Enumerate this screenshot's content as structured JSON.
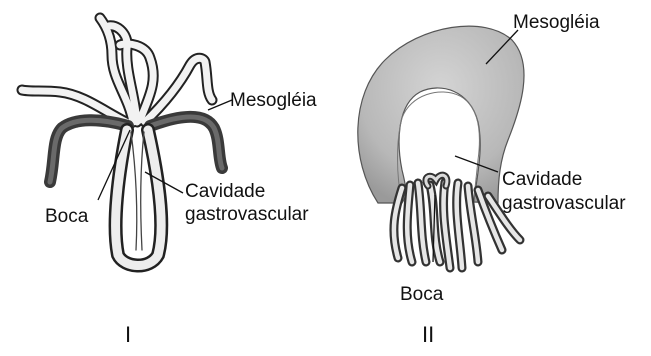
{
  "figure_I": {
    "numeral": "I",
    "labels": {
      "mesogleia": "Mesogléia",
      "boca": "Boca",
      "cavidade_line1": "Cavidade",
      "cavidade_line2": "gastrovascular"
    }
  },
  "figure_II": {
    "numeral": "II",
    "labels": {
      "mesogleia": "Mesogléia",
      "cavidade_line1": "Cavidade",
      "cavidade_line2": "gastrovascular",
      "boca": "Boca"
    }
  }
}
